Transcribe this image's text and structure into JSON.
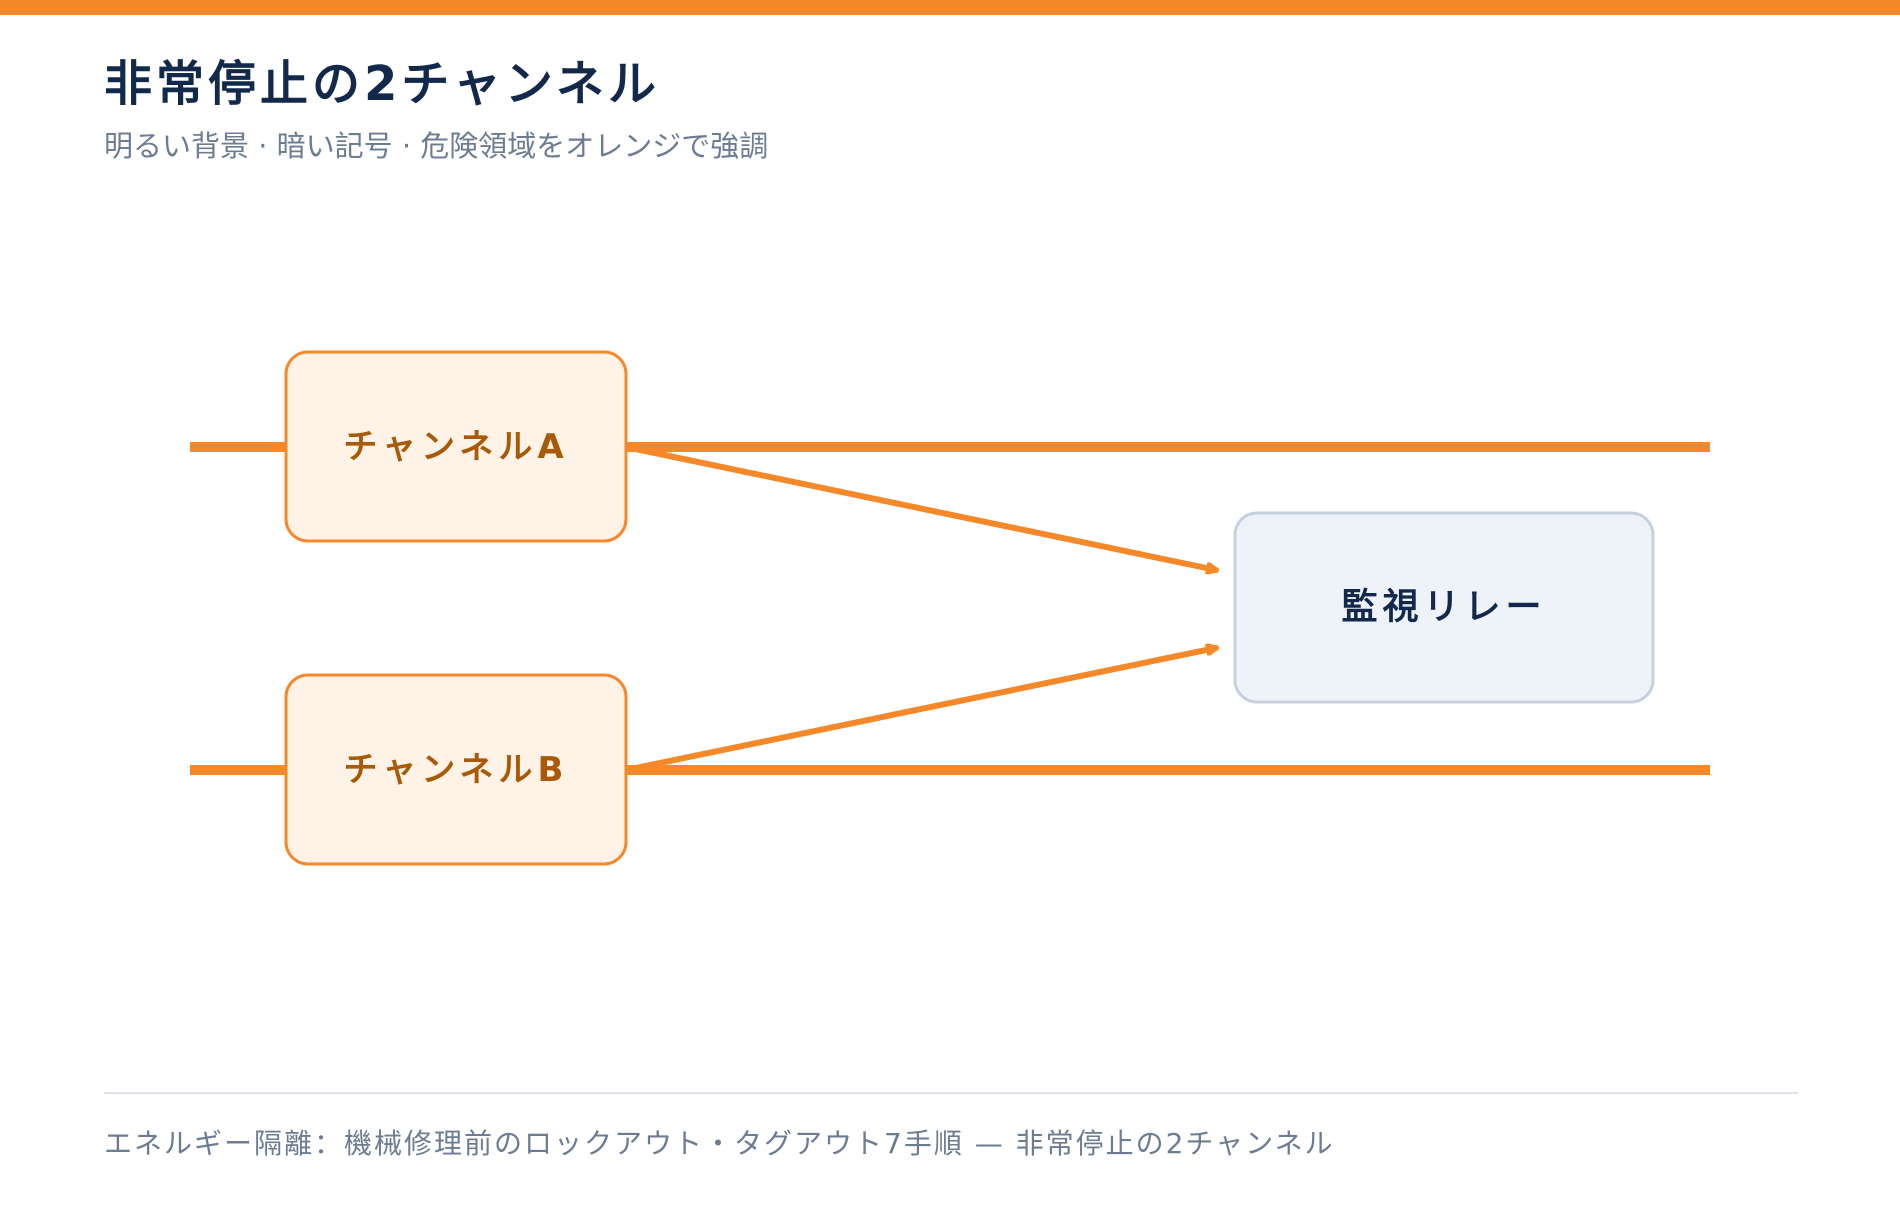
{
  "header": {
    "title": "非常停止の2チャンネル",
    "subtitle": "明るい背景 · 暗い記号 · 危険領域をオレンジで強調"
  },
  "diagram": {
    "nodes": {
      "channel_a": {
        "label": "チャンネルA"
      },
      "channel_b": {
        "label": "チャンネルB"
      },
      "monitor_relay": {
        "label": "監視リレー"
      }
    },
    "edges": [
      {
        "from": "channel_a",
        "to": "monitor_relay"
      },
      {
        "from": "channel_b",
        "to": "monitor_relay"
      }
    ]
  },
  "footer": {
    "caption": "エネルギー隔離：機械修理前のロックアウト・タグアウト7手順 — 非常停止の2チャンネル"
  },
  "colors": {
    "accent": "#f5892a",
    "channel_fill": "#fef3e6",
    "channel_text": "#a85a08",
    "relay_fill": "#eef3fa",
    "relay_border": "#c7d0dd",
    "title": "#13294b",
    "muted_text": "#6b7c93"
  }
}
